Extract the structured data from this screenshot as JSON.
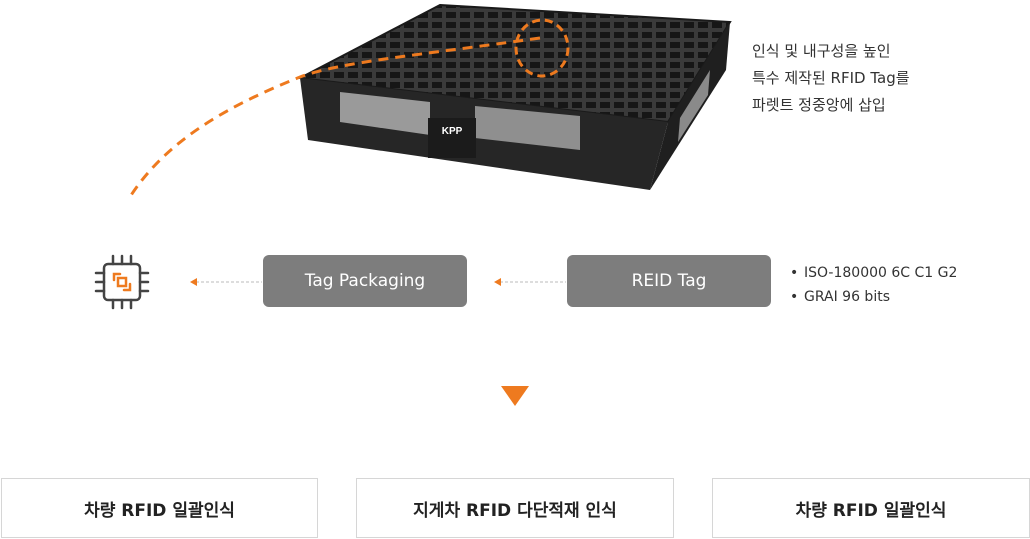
{
  "pallet": {
    "badge": "KPP"
  },
  "note": {
    "lines": [
      "인식 및 내구성을 높인",
      "특수 제작된 RFID Tag를",
      "파렛트 정중앙에 삽입"
    ]
  },
  "flow": {
    "tag_packaging": "Tag Packaging",
    "reid_tag": "REID Tag",
    "bullets": [
      "ISO-180000 6C C1 G2",
      "GRAI 96 bits"
    ]
  },
  "results": [
    "차량 RFID 일괄인식",
    "지게차 RFID 다단적재 인식",
    "차량 RFID 일괄인식"
  ],
  "colors": {
    "accent": "#ee7a1f",
    "pill": "#7d7d7d",
    "pallet": "#2a2a2a"
  },
  "icons": {
    "chip": "rfid-chip-icon"
  }
}
